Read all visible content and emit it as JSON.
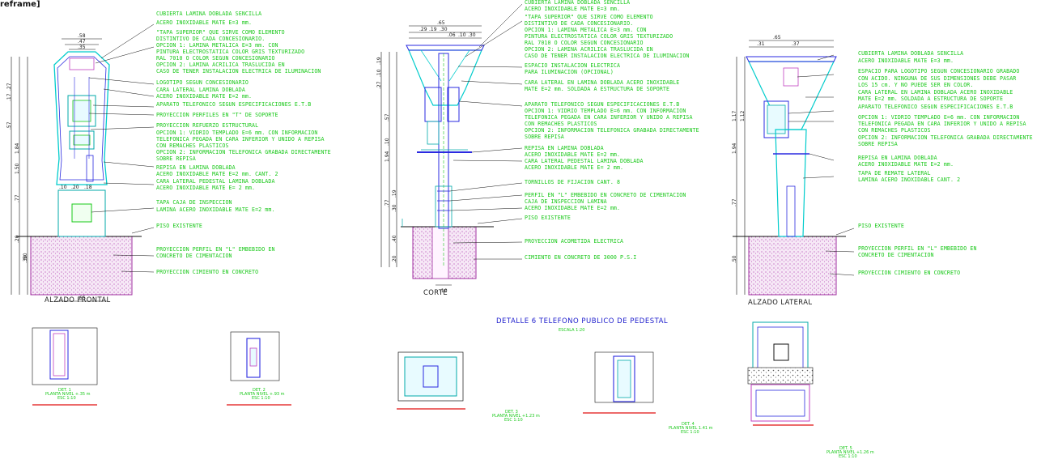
{
  "frame_label": "reframe]",
  "captions": {
    "front": "ALZADO FRONTAL",
    "section": "CORTE",
    "side": "ALZADO LATERAL"
  },
  "title": {
    "main": "DETALLE 6 TELEFONO PUBLICO DE PEDESTAL",
    "scale": "ESCALA 1:20"
  },
  "front_labels": [
    "CUBIERTA LAMINA DOBLADA SENCILLA",
    "ACERO INOXIDABLE MATE E=3 mm.",
    "\"TAPA SUPERIOR\" QUE SIRVE COMO ELEMENTO",
    "DISTINTIVO DE CADA CONCESIONARIO.",
    "OPCION 1: LAMINA METALICA E=3 mm. CON",
    "PINTURA ELECTROSTATICA COLOR GRIS TEXTURIZADO",
    "RAL 7010 O COLOR SEGUN CONCESIONARIO",
    "OPCION 2: LAMINA ACRILICA TRASLUCIDA EN",
    "CASO DE TENER INSTALACION ELECTRICA DE ILUMINACION",
    "LOGOTIPO SEGUN CONCESIONARIO",
    "CARA LATERAL LAMINA DOBLADA",
    "ACERO INOXIDABLE MATE E=2 mm.",
    "APARATO TELEFONICO SEGUN ESPECIFICACIONES E.T.B",
    "PROYECCION PERFILES EN \"T\" DE SOPORTE",
    "PROYECCION REFUERZO ESTRUCTURAL",
    "OPCION 1: VIDRIO TEMPLADO E=6 mm. CON INFORMACION",
    "TELEFONICA PEGADA EN CARA INFERIOR Y UNIDO A REPISA",
    "CON REMACHES PLASTICOS",
    "OPCION 2: INFORMACION TELEFONICA GRABADA DIRECTAMENTE",
    "SOBRE REPISA",
    "REPISA EN LAMINA DOBLADA",
    "ACERO INOXIDABLE MATE E=2 mm.  CANT. 2",
    "CARA LATERAL PEDESTAL   LAMINA DOBLADA",
    "ACERO INOXIDABLE MATE E= 2 mm.",
    "TAPA CAJA DE INSPECCION",
    "LAMINA ACERO INOXIDABLE MATE E=2 mm.",
    "PISO EXISTENTE",
    "PROYECCION PERFIL EN \"L\" EMBEBIDO EN",
    "CONCRETO DE CIMENTACION",
    "PROYECCION CIMIENTO EN CONCRETO"
  ],
  "section_labels": [
    "CUBIERTA LAMINA DOBLADA SENCILLA",
    "ACERO INOXIDABLE MATE E=3 mm.",
    "\"TAPA SUPERIOR\" QUE SIRVE COMO ELEMENTO",
    "DISTINTIVO DE CADA CONCESIONARIO.",
    "OPCION 1: LAMINA METALICA E=3 mm. CON",
    "PINTURA ELECTROSTATICA COLOR GRIS TEXTURIZADO",
    "RAL 7010 O COLOR SEGUN CONCESIONARIO",
    "OPCION 2: LAMINA ACRILICA TRASLUCIDA EN",
    "CASO DE TENER INSTALACION ELECTRICA DE ILUMINACION",
    "ESPACIO INSTALACION ELECTRICA",
    "PARA ILUMINACION (OPCIONAL)",
    "CARA LATERAL EN LAMINA DOBLADA ACERO INOXIDABLE",
    "MATE E=2 mm. SOLDADA A ESTRUCTURA DE SOPORTE",
    "APARATO TELEFONICO SEGUN ESPECIFICACIONES E.T.B",
    "OPCION 1: VIDRIO TEMPLADO E=6 mm. CON INFORMACION",
    "TELEFONICA PEGADA EN CARA INFERIOR Y UNIDO A REPISA",
    "CON REMACHES PLASTICOS",
    "OPCION 2: INFORMACION TELEFONICA GRABADA DIRECTAMENTE",
    "SOBRE REPISA",
    "REPISA EN LAMINA DOBLADA",
    "ACERO INOXIDABLE MATE E=2 mm.",
    "CARA LATERAL PEDESTAL   LAMINA DOBLADA",
    "ACERO INOXIDABLE MATE E= 2 mm.",
    "TORNILLOS DE FIJACION CANT. 8",
    "PERFIL EN \"L\" EMBEBIDO EN CONCRETO DE CIMENTACION",
    "CAJA DE INSPECCION LAMINA",
    "ACERO INOXIDABLE MATE E=2 mm.",
    "PISO EXISTENTE",
    "PROYECCION ACOMETIDA ELECTRICA",
    "CIMIENTO EN CONCRETO DE 3000 P.S.I"
  ],
  "side_labels": [
    "CUBIERTA  LAMINA DOBLADA SENCILLA",
    "ACERO INOXIDABLE MATE E=3 mm.",
    "ESPACIO PARA LOGOTIPO SEGUN CONCESIONARIO GRABADO",
    "CON ACIDO. NINGUNA DE SUS DIMENSIONES DEBE PASAR",
    "LOS 15 cm. Y NO PUEDE SER EN COLOR.",
    "CARA LATERAL EN LAMINA DOBLADA ACERO INOXIDABLE",
    "MATE E=2 mm. SOLDADA A ESTRUCTURA DE SOPORTE",
    "APARATO TELEFONICO SEGUN ESPECIFICACIONES E.T.B",
    "OPCION 1: VIDRIO TEMPLADO E=6 mm. CON INFORMACION",
    "TELEFONICA PEGADA EN CARA INFERIOR Y UNIDO A REPISA",
    "CON REMACHES PLASTICOS",
    "OPCION 2: INFORMACION TELEFONICA GRABADA DIRECTAMENTE",
    "SOBRE REPISA",
    "REPISA EN LAMINA DOBLADA",
    "ACERO INOXIDABLE MATE E=2 mm.",
    "TAPA DE REMATE LATERAL",
    "LAMINA ACERO INOXIDABLE CANT. 2",
    "PISO EXISTENTE",
    "PROYECCION PERFIL EN \"L\" EMBEBIDO EN",
    "CONCRETO DE CIMENTACION",
    "PROYECCION CIMIENTO EN CONCRETO"
  ],
  "dims": {
    "front_top": [
      ".58",
      ".47",
      ".35"
    ],
    "front_left": [
      ".27",
      ".17",
      ".57",
      "1.84",
      "1.50",
      ".77",
      ".20",
      ".30",
      ".50"
    ],
    "front_bottom": ".65",
    "front_mid": [
      ".10",
      ".20",
      ".18"
    ],
    "section_top": [
      ".65",
      ".29",
      ".19",
      ".30",
      ".06",
      ".10",
      ".30"
    ],
    "section_left": [
      ".27",
      ".19",
      ".10",
      ".57",
      ".10",
      "1.94",
      ".77",
      ".19",
      ".30",
      ".40",
      ".20"
    ],
    "section_bottom": ".10",
    "side_top": [
      ".65",
      ".31",
      ".37"
    ],
    "side_left": [
      "1.17",
      "1.12",
      "1.94",
      ".77",
      ".50"
    ]
  },
  "plans": [
    {
      "caption": "DET. 1",
      "title": "PLANTA NIVEL +.35 m",
      "scale": "ESC 1:10"
    },
    {
      "caption": "DET. 2",
      "title": "PLANTA NIVEL +.93 m",
      "scale": "ESC 1:10"
    },
    {
      "caption": "DET. 3",
      "title": "PLANTA NIVEL +1.23 m",
      "scale": "ESC 1:10"
    },
    {
      "caption": "DET. 4",
      "title": "PLANTA NIVEL 1.41 m",
      "scale": "ESC 1:10"
    },
    {
      "caption": "DET. 5",
      "title": "PLANTA NIVEL +1.26 m",
      "scale": "ESC 1:10"
    }
  ],
  "colors": {
    "label": "#19c819",
    "line_cyan": "#00cccc",
    "line_blue": "#2a2ae0",
    "magenta": "#c040c0",
    "dim": "#1a1a1a",
    "red": "#e01010",
    "title": "#1a1acc"
  }
}
